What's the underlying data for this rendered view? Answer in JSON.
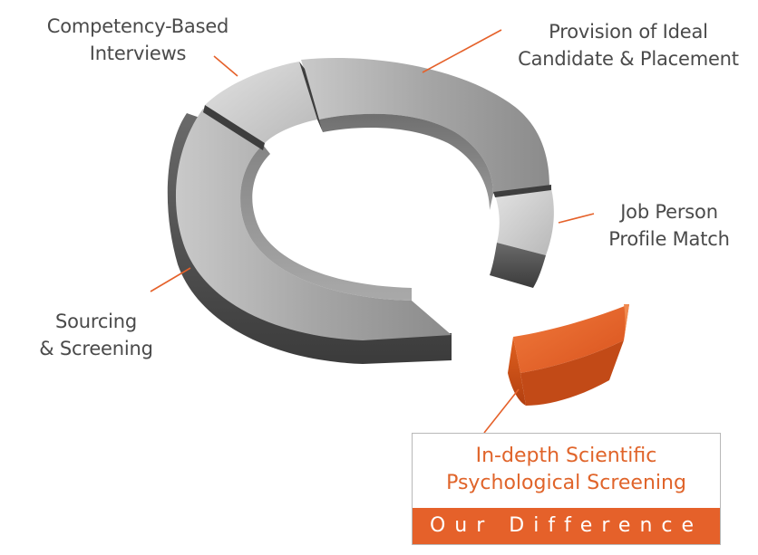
{
  "labels": {
    "interviews": [
      "Competency-Based",
      "Interviews"
    ],
    "provision": [
      "Provision of Ideal",
      "Candidate & Placement"
    ],
    "job_match": [
      "Job Person",
      "Profile Match"
    ],
    "sourcing": [
      "Sourcing",
      "& Screening"
    ]
  },
  "callout": {
    "title": [
      "In-depth Scientific",
      "Psychological Screening"
    ],
    "footer": "Our Difference"
  },
  "colors": {
    "accent": "#e5612a",
    "segment_gray": "#9a9a9a",
    "label_text": "#4a4a4a",
    "leader_line": "#e5612a"
  }
}
